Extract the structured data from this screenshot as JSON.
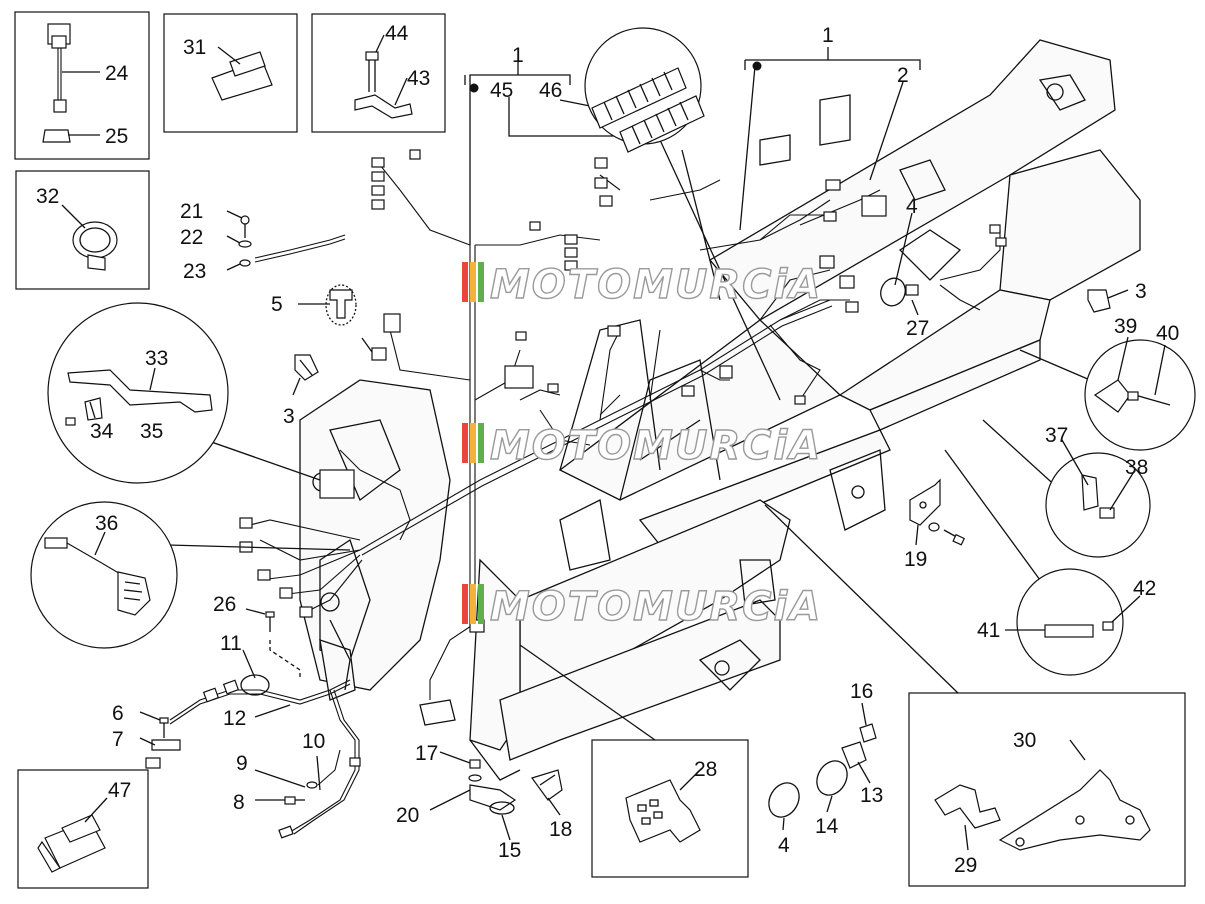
{
  "callouts": {
    "c1a": "1",
    "c1b": "1",
    "c2": "2",
    "c3a": "3",
    "c3b": "3",
    "c4a": "4",
    "c4b": "4",
    "c5": "5",
    "c6": "6",
    "c7": "7",
    "c8": "8",
    "c9": "9",
    "c10": "10",
    "c11": "11",
    "c12": "12",
    "c13": "13",
    "c14": "14",
    "c15": "15",
    "c16": "16",
    "c17": "17",
    "c18": "18",
    "c19": "19",
    "c20": "20",
    "c21": "21",
    "c22": "22",
    "c23": "23",
    "c24": "24",
    "c25": "25",
    "c26": "26",
    "c27": "27",
    "c28": "28",
    "c29": "29",
    "c30": "30",
    "c31": "31",
    "c32": "32",
    "c33": "33",
    "c34": "34",
    "c35": "35",
    "c36": "36",
    "c37": "37",
    "c38": "38",
    "c39": "39",
    "c40": "40",
    "c41": "41",
    "c42": "42",
    "c43": "43",
    "c44": "44",
    "c45": "45",
    "c46": "46",
    "c47": "47"
  },
  "watermark": "MOTOMURCiA",
  "colors": {
    "line": "#111111",
    "watermark_stripe_1": "#e9463c",
    "watermark_stripe_2": "#f3b23a",
    "watermark_stripe_3": "#5fb04c"
  }
}
